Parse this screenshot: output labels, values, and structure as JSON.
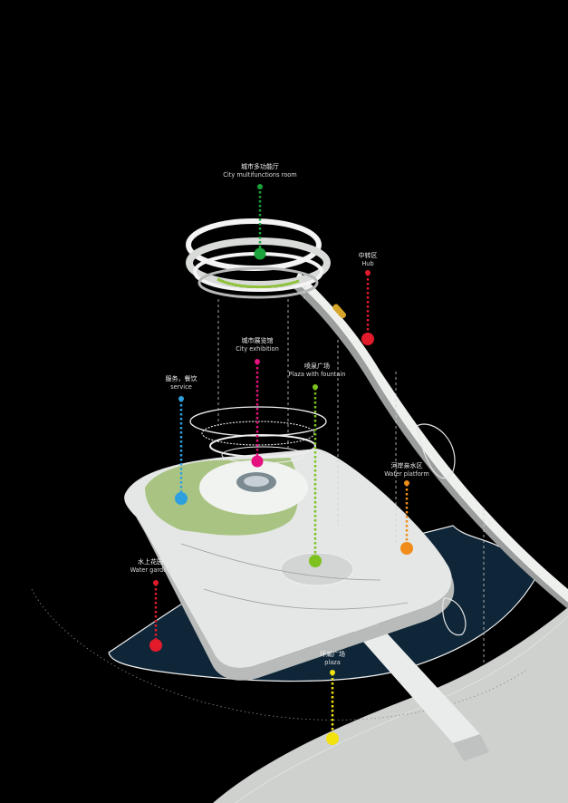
{
  "colors": {
    "background": "#000000",
    "building": "#e9ecea",
    "water": "#0d2436",
    "green_roof": "#9fbe7a",
    "ground": "#c9cbc9"
  },
  "callouts": [
    {
      "id": "multifunction",
      "cn": "城市多功能厅",
      "en": "City multifunctions room",
      "color": "#1aa33a",
      "icon": "green-dot-icon"
    },
    {
      "id": "hub",
      "cn": "中转区",
      "en": "Hub",
      "color": "#e21b2b",
      "icon": "red-dot-icon"
    },
    {
      "id": "exhibition",
      "cn": "城市展览馆",
      "en": "City exhibition",
      "color": "#e4117f",
      "icon": "magenta-dot-icon"
    },
    {
      "id": "service",
      "cn": "服务，餐饮",
      "en": "service",
      "color": "#2ea0de",
      "icon": "blue-dot-icon"
    },
    {
      "id": "fountain",
      "cn": "喷泉广场",
      "en": "Plaza with fountain",
      "color": "#7dc21e",
      "icon": "lime-dot-icon"
    },
    {
      "id": "water_platform",
      "cn": "河岸亲水区",
      "en": "Water platform",
      "color": "#f08c1a",
      "icon": "orange-dot-icon"
    },
    {
      "id": "water_garden",
      "cn": "水上花园",
      "en": "Water garden",
      "color": "#e21b2b",
      "icon": "red-dot-icon"
    },
    {
      "id": "plaza",
      "cn": "环湖广场",
      "en": "plaza",
      "color": "#f2e20d",
      "icon": "yellow-dot-icon"
    }
  ]
}
